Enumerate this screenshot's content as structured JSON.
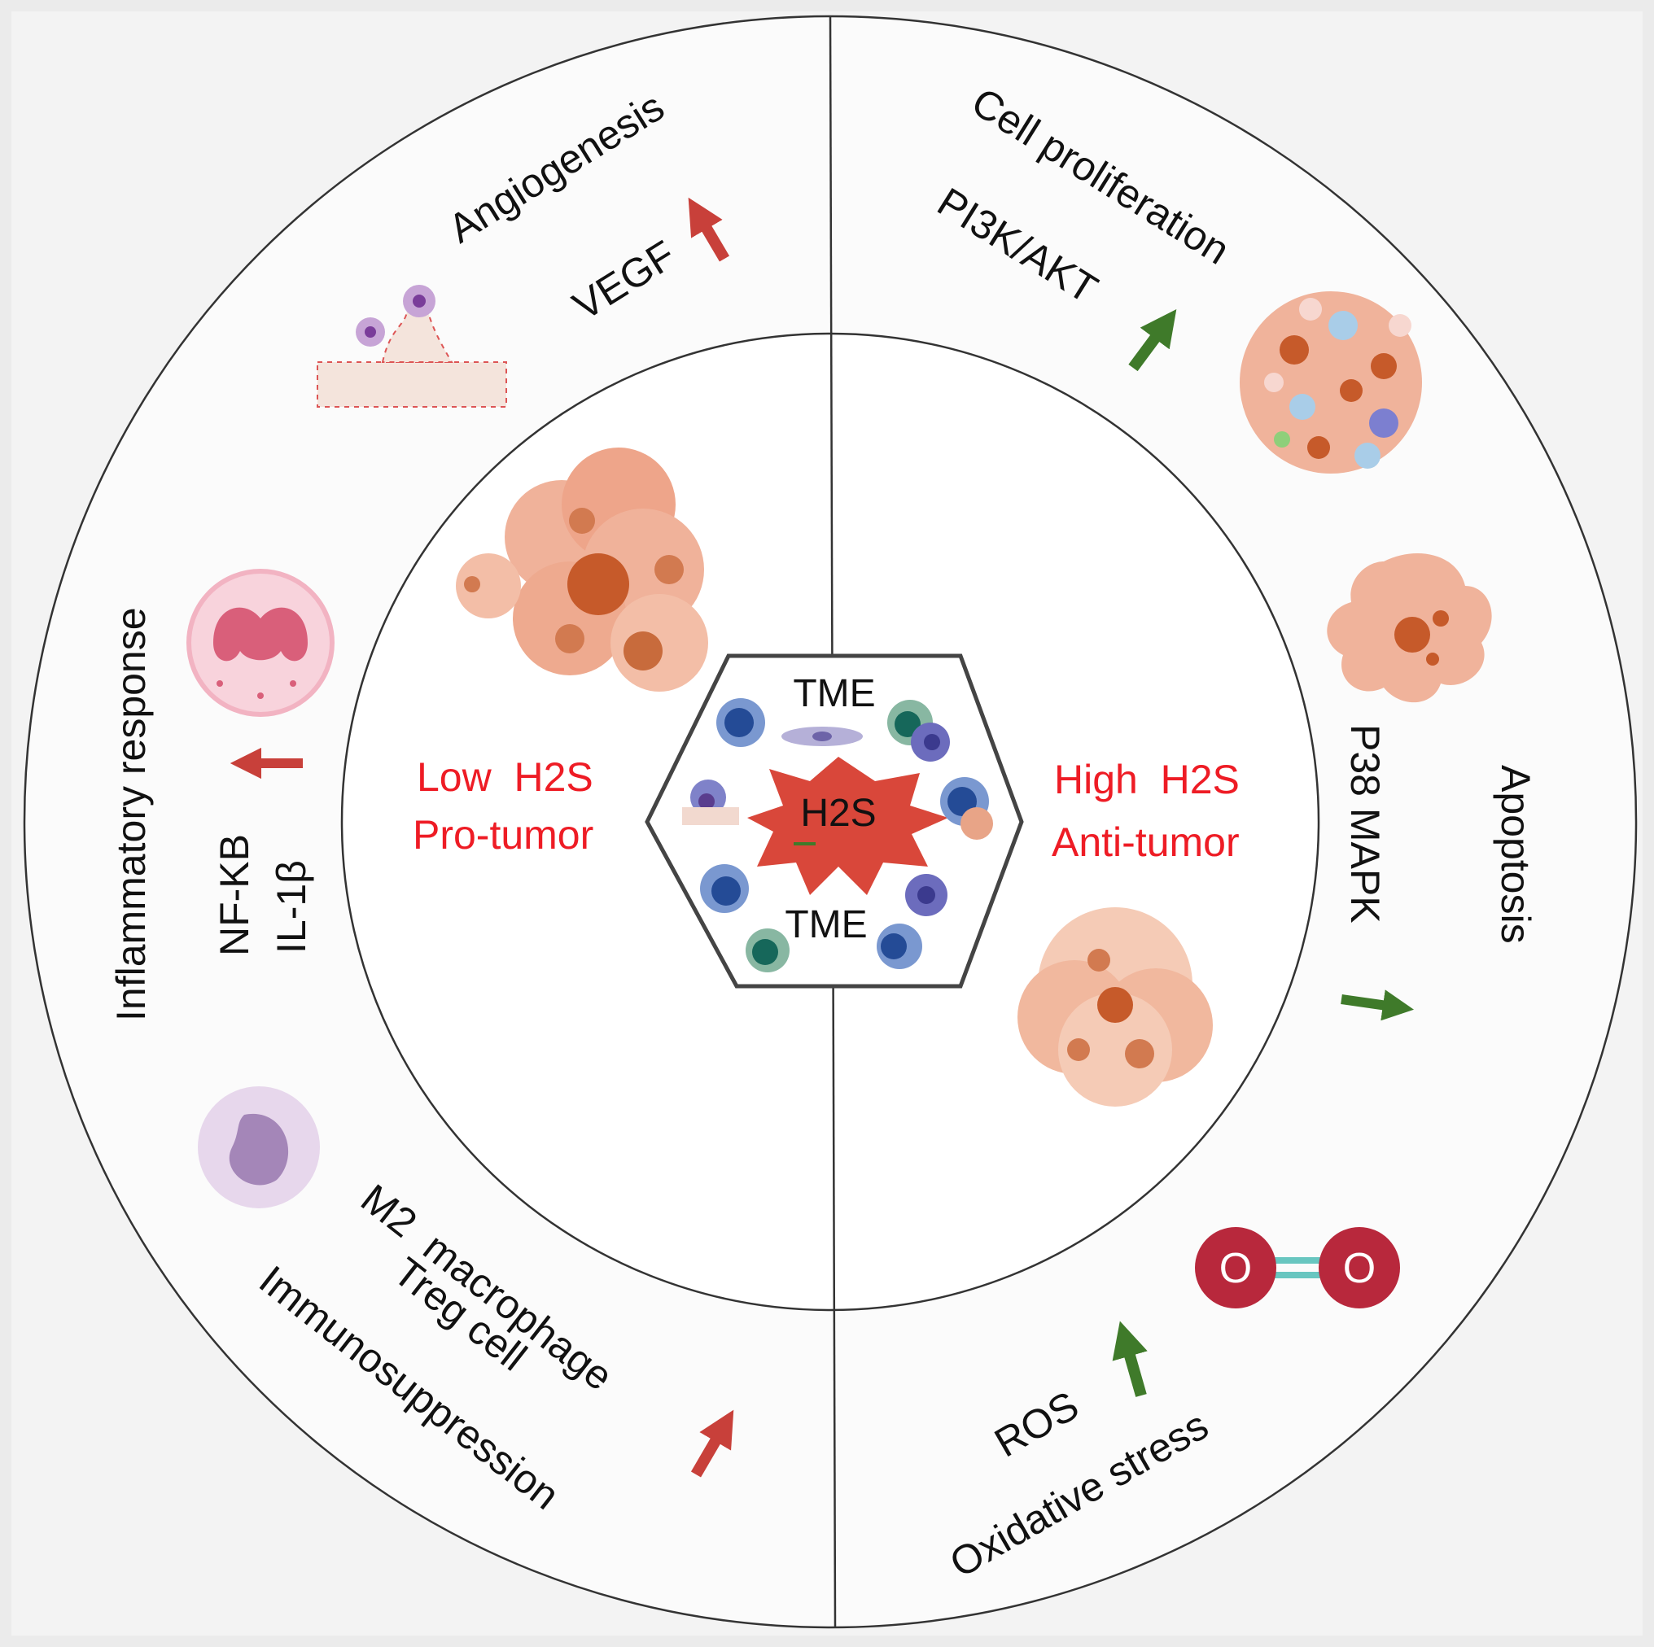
{
  "center": {
    "tme_top": "TME",
    "tme_bottom": "TME",
    "h2s": "H2S"
  },
  "left_side": {
    "line1": "Low  H2S",
    "line2": "Pro-tumor"
  },
  "right_side": {
    "line1": "High  H2S",
    "line2": "Anti-tumor"
  },
  "outer": {
    "angiogenesis": {
      "title": "Angiogenesis",
      "marker": "VEGF",
      "direction": "up",
      "color": "#c8403a"
    },
    "cell_proliferation": {
      "title": "Cell proliferation",
      "marker": "PI3K/AKT",
      "direction": "up",
      "color": "#3f7a2a"
    },
    "inflammatory": {
      "title": "Inflammatory response",
      "marker1": "NF-KB",
      "marker2": "IL-1β",
      "direction": "up",
      "color": "#c8403a"
    },
    "apoptosis": {
      "title": "Apoptosis",
      "marker": "P38 MAPK",
      "direction": "up",
      "color": "#3f7a2a"
    },
    "immunosuppression": {
      "line1": "M2  macrophage",
      "line2": "Treg cell",
      "line3": "Immunosuppression",
      "direction": "up",
      "color": "#c8403a"
    },
    "oxidative": {
      "title": "Oxidative stress",
      "marker": "ROS",
      "direction": "up",
      "color": "#3f7a2a"
    }
  },
  "molecule": {
    "atom1": "O",
    "atom2": "O"
  },
  "colors": {
    "label_red": "#ee1c25",
    "arrow_red": "#c8403a",
    "arrow_green": "#3f7a2a",
    "tumor": "#e8a487",
    "nucleus": "#c65a2a",
    "h2s_star": "#d9473a"
  }
}
